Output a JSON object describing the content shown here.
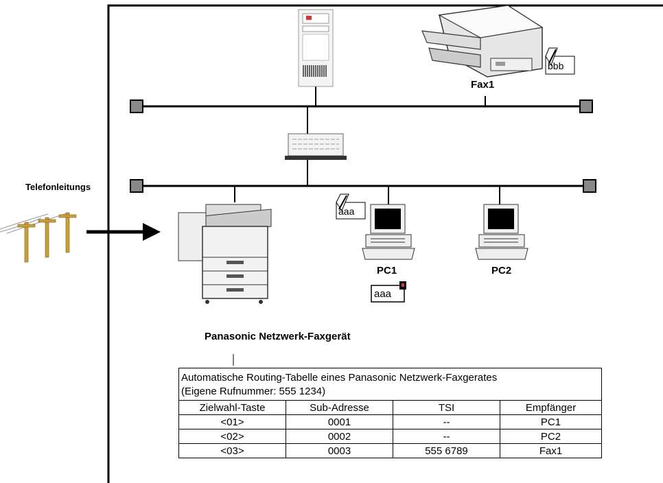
{
  "labels": {
    "phone_lines": "Telefonleitungs",
    "fax1": "Fax1",
    "pc1": "PC1",
    "pc2": "PC2",
    "device": "Panasonic Netzwerk-Faxgerät"
  },
  "doc_tags": {
    "top_right": "bbb",
    "left_pc1": "aaa",
    "below_pc1": "aaa"
  },
  "routing_table": {
    "caption_line1": "Automatische Routing-Tabelle eines Panasonic Netzwerk-Faxgerates",
    "caption_line2": "(Eigene Rufnummer: 555 1234)",
    "headers": [
      "Zielwahl-Taste",
      "Sub-Adresse",
      "TSI",
      "Empfänger"
    ],
    "rows": [
      [
        "<01>",
        "0001",
        "--",
        "PC1"
      ],
      [
        "<02>",
        "0002",
        "--",
        "PC2"
      ],
      [
        "<03>",
        "0003",
        "555 6789",
        "Fax1"
      ]
    ]
  }
}
